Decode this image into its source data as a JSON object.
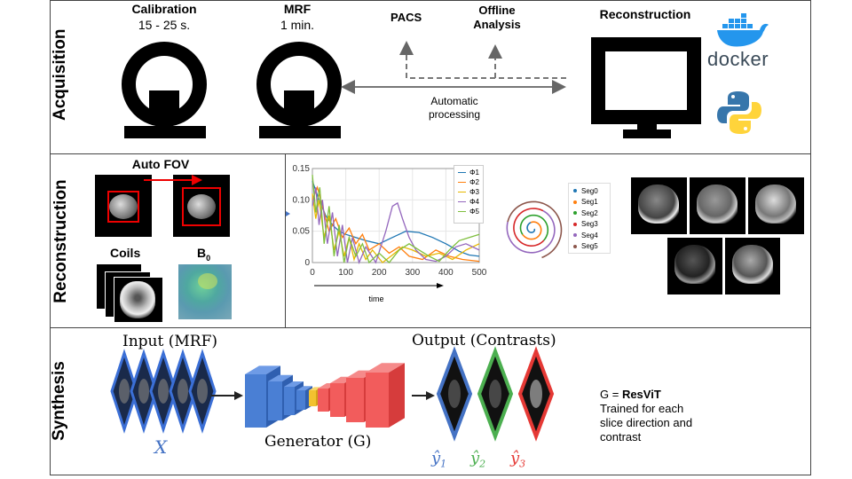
{
  "acquisition": {
    "section_label": "Acquisition",
    "calibration_title": "Calibration",
    "calibration_time": "15 - 25 s.",
    "mrf_title": "MRF",
    "mrf_time": "1 min.",
    "pacs": "PACS",
    "offline_line1": "Offline",
    "offline_line2": "Analysis",
    "automatic_line1": "Automatic",
    "automatic_line2": "processing",
    "reconstruction_title": "Reconstruction",
    "docker_text": "docker",
    "icons": [
      "scanner-icon",
      "monitor-icon",
      "docker-whale-icon",
      "python-logo-icon"
    ]
  },
  "reconstruction": {
    "section_label": "Reconstruction",
    "auto_fov": "Auto FOV",
    "coils": "Coils",
    "b0_main": "B",
    "b0_sub": "0",
    "segments": [
      "Seg0",
      "Seg1",
      "Seg2",
      "Seg3",
      "Seg4",
      "Seg5"
    ],
    "segment_colors": [
      "#1f77b4",
      "#ff7f0e",
      "#2ca02c",
      "#d62728",
      "#9467bd",
      "#8c564b"
    ]
  },
  "chart_data": {
    "type": "line",
    "xlabel": "time",
    "ylabel": "",
    "xlim": [
      0,
      500
    ],
    "ylim": [
      0,
      0.15
    ],
    "x_ticks": [
      "0",
      "100",
      "200",
      "300",
      "400",
      "500"
    ],
    "y_ticks": [
      "0",
      "0.05",
      "0.10",
      "0.15"
    ],
    "grid": true,
    "legend_position": "top-right",
    "series": [
      {
        "name": "Φ1",
        "color": "#1f77b4",
        "points": [
          [
            0,
            0.13
          ],
          [
            20,
            0.1
          ],
          [
            40,
            0.075
          ],
          [
            60,
            0.06
          ],
          [
            80,
            0.05
          ],
          [
            100,
            0.045
          ],
          [
            130,
            0.04
          ],
          [
            160,
            0.035
          ],
          [
            200,
            0.03
          ],
          [
            240,
            0.04
          ],
          [
            280,
            0.05
          ],
          [
            320,
            0.048
          ],
          [
            360,
            0.04
          ],
          [
            400,
            0.03
          ],
          [
            440,
            0.018
          ],
          [
            470,
            0.012
          ],
          [
            500,
            0.01
          ]
        ]
      },
      {
        "name": "Φ2",
        "color": "#ff7f0e",
        "points": [
          [
            0,
            0.1
          ],
          [
            15,
            0.12
          ],
          [
            30,
            0.09
          ],
          [
            50,
            0.05
          ],
          [
            70,
            0.07
          ],
          [
            90,
            0.04
          ],
          [
            110,
            0.055
          ],
          [
            130,
            0.03
          ],
          [
            150,
            0.045
          ],
          [
            170,
            0.02
          ],
          [
            200,
            0.03
          ],
          [
            230,
            0.015
          ],
          [
            260,
            0.025
          ],
          [
            290,
            0.01
          ],
          [
            330,
            0.005
          ],
          [
            370,
            0.02
          ],
          [
            410,
            0.01
          ],
          [
            450,
            0.005
          ],
          [
            500,
            0.002
          ]
        ]
      },
      {
        "name": "Φ3",
        "color": "#e6b800",
        "points": [
          [
            0,
            0.11
          ],
          [
            10,
            0.07
          ],
          [
            20,
            0.1
          ],
          [
            35,
            0.04
          ],
          [
            50,
            0.075
          ],
          [
            65,
            0.02
          ],
          [
            80,
            0.05
          ],
          [
            95,
            0.01
          ],
          [
            110,
            0.04
          ],
          [
            125,
            0.005
          ],
          [
            140,
            0.03
          ],
          [
            160,
            0.005
          ],
          [
            180,
            0.02
          ],
          [
            210,
            0.0
          ],
          [
            240,
            0.012
          ],
          [
            270,
            0.025
          ],
          [
            300,
            0.02
          ],
          [
            340,
            0.01
          ],
          [
            380,
            0.015
          ],
          [
            420,
            0.005
          ],
          [
            460,
            0.02
          ],
          [
            500,
            0.03
          ]
        ]
      },
      {
        "name": "Φ4",
        "color": "#9467bd",
        "points": [
          [
            0,
            0.09
          ],
          [
            10,
            0.12
          ],
          [
            20,
            0.06
          ],
          [
            30,
            0.1
          ],
          [
            45,
            0.03
          ],
          [
            60,
            0.08
          ],
          [
            75,
            0.01
          ],
          [
            90,
            0.06
          ],
          [
            105,
            0.0
          ],
          [
            120,
            0.04
          ],
          [
            140,
            0.0
          ],
          [
            160,
            0.025
          ],
          [
            190,
            0.0
          ],
          [
            220,
            0.05
          ],
          [
            240,
            0.09
          ],
          [
            255,
            0.095
          ],
          [
            270,
            0.07
          ],
          [
            290,
            0.04
          ],
          [
            310,
            0.02
          ],
          [
            340,
            0.005
          ],
          [
            370,
            0.002
          ],
          [
            400,
            0.01
          ],
          [
            430,
            0.025
          ],
          [
            460,
            0.03
          ],
          [
            500,
            0.02
          ]
        ]
      },
      {
        "name": "Φ5",
        "color": "#7fbf3f",
        "points": [
          [
            0,
            0.14
          ],
          [
            10,
            0.08
          ],
          [
            22,
            0.12
          ],
          [
            35,
            0.03
          ],
          [
            50,
            0.09
          ],
          [
            65,
            0.01
          ],
          [
            80,
            0.06
          ],
          [
            95,
            0.0
          ],
          [
            110,
            0.04
          ],
          [
            130,
            0.01
          ],
          [
            150,
            0.03
          ],
          [
            170,
            0.0
          ],
          [
            200,
            0.015
          ],
          [
            230,
            0.0
          ],
          [
            260,
            0.02
          ],
          [
            290,
            0.03
          ],
          [
            320,
            0.02
          ],
          [
            350,
            0.01
          ],
          [
            380,
            0.002
          ],
          [
            410,
            0.02
          ],
          [
            440,
            0.035
          ],
          [
            470,
            0.04
          ],
          [
            500,
            0.045
          ]
        ]
      }
    ]
  },
  "synthesis": {
    "section_label": "Synthesis",
    "input_label": "Input (MRF)",
    "output_label": "Output (Contrasts)",
    "x_symbol": "X",
    "generator_label": "Generator (G)",
    "y_labels": [
      "ŷ",
      "ŷ",
      "ŷ"
    ],
    "y_subs": [
      "1",
      "2",
      "3"
    ],
    "y_colors": [
      "#4472c4",
      "#4caf50",
      "#e53935"
    ],
    "g_prefix": "G = ",
    "g_name": "ResViT",
    "description_line1": "Trained for each",
    "description_line2": "slice direction and",
    "description_line3": "contrast"
  }
}
